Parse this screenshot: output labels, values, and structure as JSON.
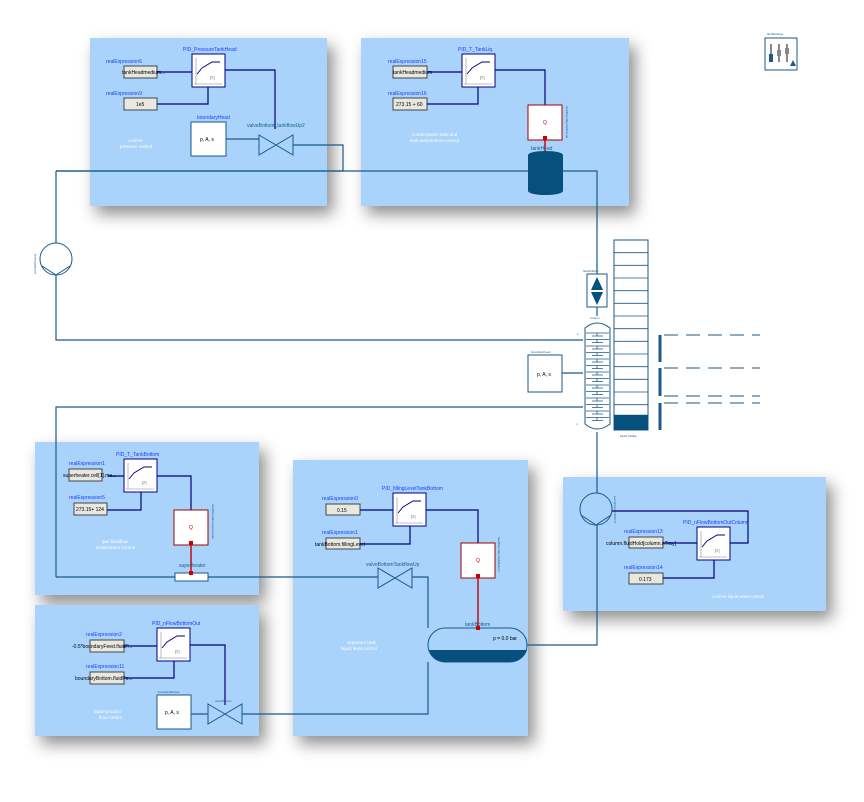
{
  "panels": {
    "column_pressure": {
      "comment": [
        "column",
        "pressure control"
      ],
      "expr_setpoint": {
        "name": "realExpression6",
        "value": "tankHeadmedium..."
      },
      "expr_value": {
        "name": "realExpression9",
        "value": "1e5"
      },
      "pid": {
        "name": "PID_PressureTankHead",
        "mode": "PI"
      },
      "boundary": {
        "name": "boundaryHead",
        "value": "p, A, s"
      },
      "valve": {
        "name": "valveBottom_tankflowUp2"
      }
    },
    "tank_temperature": {
      "comment": [
        "condensation tank and",
        "tank temperature control"
      ],
      "expr_setpoint": {
        "name": "realExpression15",
        "value": "tankHeadmedium"
      },
      "expr_value": {
        "name": "realExpression16",
        "value": "273.15 + 60"
      },
      "pid": {
        "name": "PID_T_TankLiq",
        "mode": "PI"
      },
      "heater": {
        "name": "heatBoundaryTankHead",
        "symbol": "Q"
      },
      "tank": {
        "name": "tankHead"
      }
    },
    "gas_temperature": {
      "comment": [
        "gas backflow",
        "temperature control"
      ],
      "expr_setpoint": {
        "name": "realExpression1",
        "value": "superheater.cell[1].me..."
      },
      "expr_value": {
        "name": "realExpression5",
        "value": "273.15+ 124"
      },
      "pid": {
        "name": "PID_T_TankBottom",
        "mode": "PI"
      },
      "heater": {
        "name": "heatBoundarySuperheater",
        "symbol": "Q"
      },
      "superheater": {
        "name": "superheater"
      }
    },
    "separator_level": {
      "comment": [
        "separator tank",
        "liquid level control"
      ],
      "expr_setpoint": {
        "name": "realExpression0",
        "value": "0.15"
      },
      "expr_value": {
        "name": "realExpression1",
        "value": "tankBottom.fillingLevel"
      },
      "pid": {
        "name": "PID_fillingLevelTankBottom",
        "mode": "PI"
      },
      "heater": {
        "name": "heatBoundaryTankBottom",
        "symbol": "Q"
      },
      "valve": {
        "name": "valveBottomTankflowUp"
      },
      "tank": {
        "name": "tankBottom",
        "pressure": "p = 0.0 bar"
      }
    },
    "column_level": {
      "comment": [
        "column liquid level control"
      ],
      "expr_setpoint": {
        "name": "realExpression13",
        "value": "column.fluidHold[column.nTray]"
      },
      "expr_value": {
        "name": "realExpression14",
        "value": "0.173"
      },
      "pid": {
        "name": "PID_nFlowBottomOutColumn",
        "mode": "PI"
      },
      "pump": {
        "name": "pumpColumnBottom"
      }
    },
    "liquid_flow": {
      "comment": [
        "liquid product",
        "flow control"
      ],
      "expr_setpoint": {
        "name": "realExpression2",
        "value": "-0.5*boundaryFeed.fluidP..."
      },
      "expr_value": {
        "name": "realExpression11",
        "value": "boundaryBottom.fluidPo..."
      },
      "pid": {
        "name": "PID_nFlowBottomOut",
        "mode": "PI"
      },
      "boundary": {
        "name": "boundaryBottom",
        "value": "p, A, s"
      },
      "valve": {
        "name": "valveBottom"
      }
    }
  },
  "main": {
    "pump_left": {
      "name": "pumpRefluxLiq"
    },
    "flow_multiplier": {
      "name": "flowMultiUp"
    },
    "column": {
      "name": "column",
      "top_index": "1",
      "bottom_index": "n"
    },
    "boundary_feed": {
      "name": "boundaryFeed",
      "value": "p, A, s"
    },
    "fluid_settings": {
      "name": "fluidSettings"
    },
    "level_bar": {
      "label": "liquid holdup",
      "fill_fraction": 0.08
    }
  },
  "colors": {
    "panel": "#a9d3fb",
    "pipe": "#1b5a8a",
    "signal": "#000080",
    "heat": "#c00000",
    "fluid": "#06507e"
  }
}
